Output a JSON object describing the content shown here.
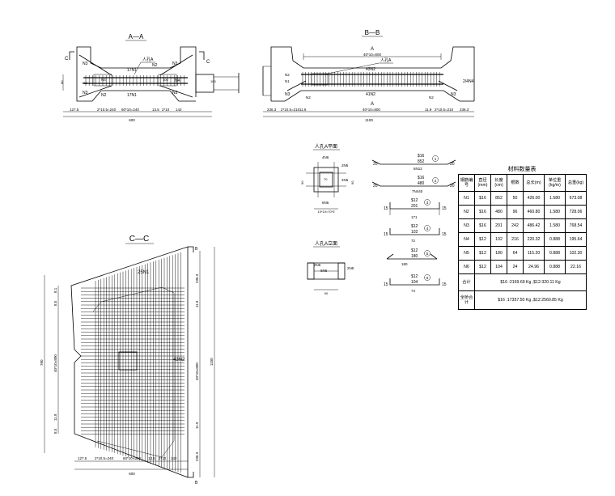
{
  "drawing": {
    "view_aa": {
      "title": "A—A",
      "labels": [
        "C",
        "C",
        "N3",
        "N3",
        "N3",
        "N3",
        "17N1",
        "17N1",
        "N4",
        "N4",
        "N2",
        "N2",
        "人孔A",
        "100",
        "100",
        "100"
      ],
      "dims": [
        "127.5",
        "2*10.5=240",
        "60*10=240",
        "13.5",
        "2*10",
        "142",
        "600"
      ]
    },
    "view_bb": {
      "title": "B—B",
      "labels": [
        "A",
        "A",
        "人孔A",
        "43N2",
        "41N2",
        "N3",
        "N3",
        "N2",
        "N2",
        "N1",
        "2/4N4",
        "N2"
      ],
      "top_dim": "40*10=800",
      "dims": [
        "236.3",
        "2*10.5=210",
        "11.9",
        "40*10=800",
        "11.9",
        "2*10.5=210",
        "236.3",
        "1100"
      ]
    },
    "view_cc": {
      "title": "C—C",
      "labels": [
        "25N1",
        "43N2",
        "B",
        "B"
      ],
      "left_dims": [
        "8.1",
        "8.5",
        "40*10=800",
        "11.9",
        "8.5",
        "780"
      ],
      "right_dims": [
        "236.3",
        "11.9",
        "40*10=800",
        "11.9",
        "236.3",
        "1100"
      ],
      "bottom_dims": [
        "127.5",
        "2*10.5=240",
        "60*10=240",
        "13.5",
        "2*10",
        "142",
        "600"
      ]
    },
    "manhole_plan": {
      "title": "人孔A平面",
      "labels": [
        "4N6",
        "2N5",
        "2N5",
        "6N6",
        "70",
        "90",
        "90"
      ],
      "dim": "10*10=70*3"
    },
    "manhole_elev": {
      "title": "人孔A立面",
      "labels": [
        "2N6",
        "6N6",
        "2N5"
      ],
      "dim": "90"
    },
    "rebar_shapes": [
      {
        "num": "1",
        "top": "$16",
        "mid": "852",
        "label": "6N12",
        "left": "20",
        "right": "20"
      },
      {
        "num": "2",
        "top": "$16",
        "mid": "480",
        "label": "7N440",
        "left": "20",
        "right": "20"
      },
      {
        "num": "3",
        "top": "$12",
        "mid": "201",
        "label": "171",
        "left": "15",
        "right": "15"
      },
      {
        "num": "4",
        "top": "$12",
        "mid": "102",
        "label": "72",
        "left": "15",
        "right": "15"
      },
      {
        "num": "5",
        "top": "$12",
        "mid": "180",
        "label": "180",
        "left": "",
        "right": ""
      },
      {
        "num": "6",
        "top": "$12",
        "mid": "104",
        "label": "74",
        "left": "15",
        "right": "15"
      }
    ]
  },
  "material_table": {
    "title": "材料数量表",
    "headers": [
      "钢筋编号",
      "直径(mm)",
      "长度(cm)",
      "根数",
      "总长(m)",
      "单位重(kg/m)",
      "总重(kg)"
    ],
    "rows": [
      [
        "N1",
        "$16",
        "852",
        "50",
        "426.00",
        "1.580",
        "673.08"
      ],
      [
        "N2",
        "$16",
        "480",
        "96",
        "460.80",
        "1.580",
        "728.06"
      ],
      [
        "N3",
        "$16",
        "201",
        "242",
        "486.42",
        "1.580",
        "768.54"
      ],
      [
        "N4",
        "$12",
        "102",
        "216",
        "220.32",
        "0.888",
        "195.64"
      ],
      [
        "N5",
        "$12",
        "180",
        "64",
        "115.20",
        "0.888",
        "102.30"
      ],
      [
        "N6",
        "$12",
        "104",
        "24",
        "24.96",
        "0.888",
        "22.16"
      ]
    ],
    "subtotal_label": "合计",
    "subtotal_value": "$16 :2169.69 Kg  ,$12:320.11 Kg",
    "total_label": "全桥合计",
    "total_value": "$16 :17357.50 Kg ,$12:2560.85 Kg"
  }
}
